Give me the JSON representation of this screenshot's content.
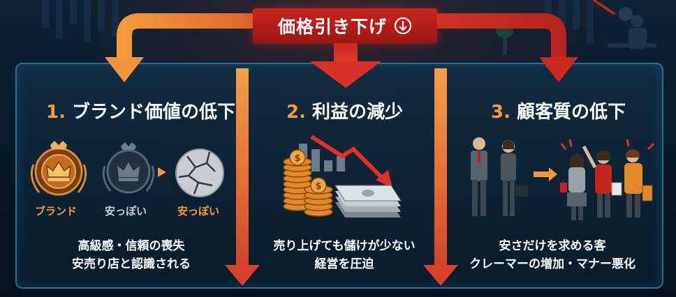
{
  "banner": {
    "title": "価格引き下げ",
    "icon": "arrow-down-circle-icon"
  },
  "colors": {
    "accent_orange": "#f29a3c",
    "accent_red": "#c7261f",
    "panel_border": "#2b6f93"
  },
  "sections": [
    {
      "number": "1.",
      "title": "ブランド価値の低下",
      "icons": [
        "crown-laurel-icon",
        "faded-crown-laurel-icon",
        "cracked-sphere-icon"
      ],
      "labels": [
        "ブランド",
        "安っぽい",
        "安っぽい"
      ],
      "desc_lines": [
        "高級感・信頼の喪失",
        "安売り店と認識される"
      ]
    },
    {
      "number": "2.",
      "title": "利益の減少",
      "icons": [
        "coin-stack-icon",
        "cash-stack-icon",
        "declining-chart-icon"
      ],
      "desc_lines": [
        "売り上げても儲けが少ない",
        "経営を圧迫"
      ]
    },
    {
      "number": "3.",
      "title": "顧客質の低下",
      "icons": [
        "business-people-icon",
        "angry-customers-icon"
      ],
      "desc_lines": [
        "安さだけを求める客",
        "クレーマーの増加・マナー悪化"
      ]
    }
  ]
}
